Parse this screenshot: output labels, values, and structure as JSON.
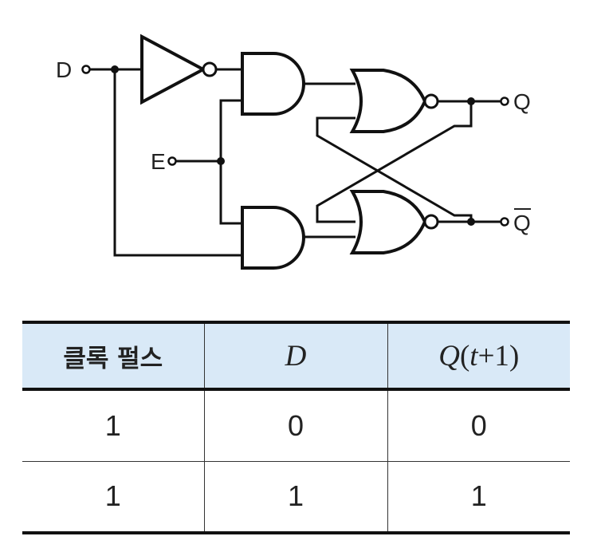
{
  "circuit": {
    "labels": {
      "input_d": "D",
      "input_e": "E",
      "output_q": "Q",
      "output_q_bar": "Q"
    }
  },
  "truth_table": {
    "headers": {
      "clock": "클록 펄스",
      "d": "D",
      "q_func": "Q",
      "q_paren_open": "(",
      "q_t": "t",
      "q_plus": "+1",
      "q_paren_close": ")"
    },
    "rows": [
      {
        "clock": "1",
        "d": "0",
        "q_next": "0"
      },
      {
        "clock": "1",
        "d": "1",
        "q_next": "1"
      }
    ]
  }
}
